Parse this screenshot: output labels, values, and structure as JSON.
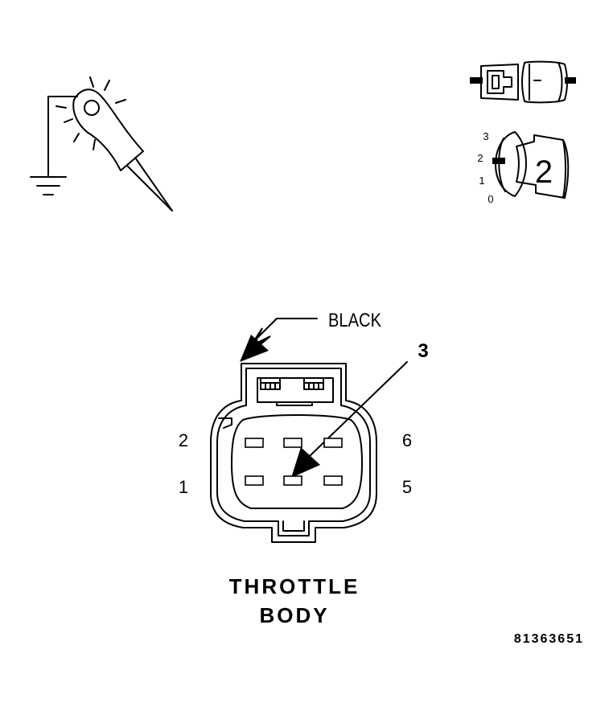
{
  "callouts": {
    "black_label": "BLACK",
    "pin3_label": "3"
  },
  "connector": {
    "pin_labels": {
      "left_top": "2",
      "left_bottom": "1",
      "right_top": "6",
      "right_bottom": "5"
    }
  },
  "caption": {
    "line1": "THROTTLE",
    "line2": "BODY"
  },
  "figure_id": "81363651",
  "selector_icon": {
    "dial_labels": [
      "3",
      "2",
      "1",
      "0"
    ],
    "badge": "2"
  },
  "icons": [
    "test-light-ground-icon",
    "connector-disconnect-icon",
    "ignition-key-position-icon"
  ],
  "colors": {
    "ink": "#000000",
    "background": "#ffffff"
  }
}
